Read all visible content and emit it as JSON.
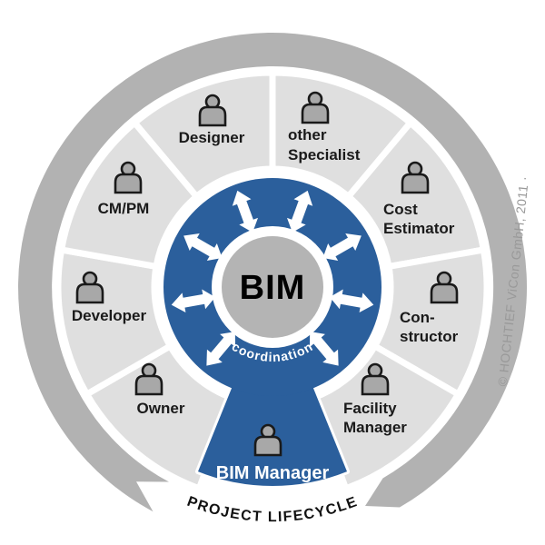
{
  "diagram": {
    "center_label": "BIM",
    "ring_label": "coordination",
    "footer_label": "PROJECT LIFECYCLE",
    "copyright": "© HOCHTIEF ViCon GmbH, 2011 ·",
    "manager": {
      "label": "BIM Manager"
    },
    "stakeholders": [
      {
        "id": "designer",
        "lines": [
          "Designer"
        ]
      },
      {
        "id": "other-specialist",
        "lines": [
          "other",
          "Specialist"
        ]
      },
      {
        "id": "cost-estimator",
        "lines": [
          "Cost",
          "Estimator"
        ]
      },
      {
        "id": "constructor",
        "lines": [
          "Con-",
          "structor"
        ]
      },
      {
        "id": "facility-manager",
        "lines": [
          "Facility",
          "Manager"
        ]
      },
      {
        "id": "owner",
        "lines": [
          "Owner"
        ]
      },
      {
        "id": "developer",
        "lines": [
          "Developer"
        ]
      },
      {
        "id": "cm-pm",
        "lines": [
          "CM/PM"
        ]
      }
    ],
    "colors": {
      "blue": "#2b5f9c",
      "segment_gray": "#dfdfdf",
      "band_gray": "#b2b2b2",
      "center_gray": "#b4b4b4",
      "icon_gray": "#a8a8a8",
      "text_dark": "#1a1a1a",
      "copyright_gray": "#999999",
      "white": "#ffffff"
    }
  }
}
